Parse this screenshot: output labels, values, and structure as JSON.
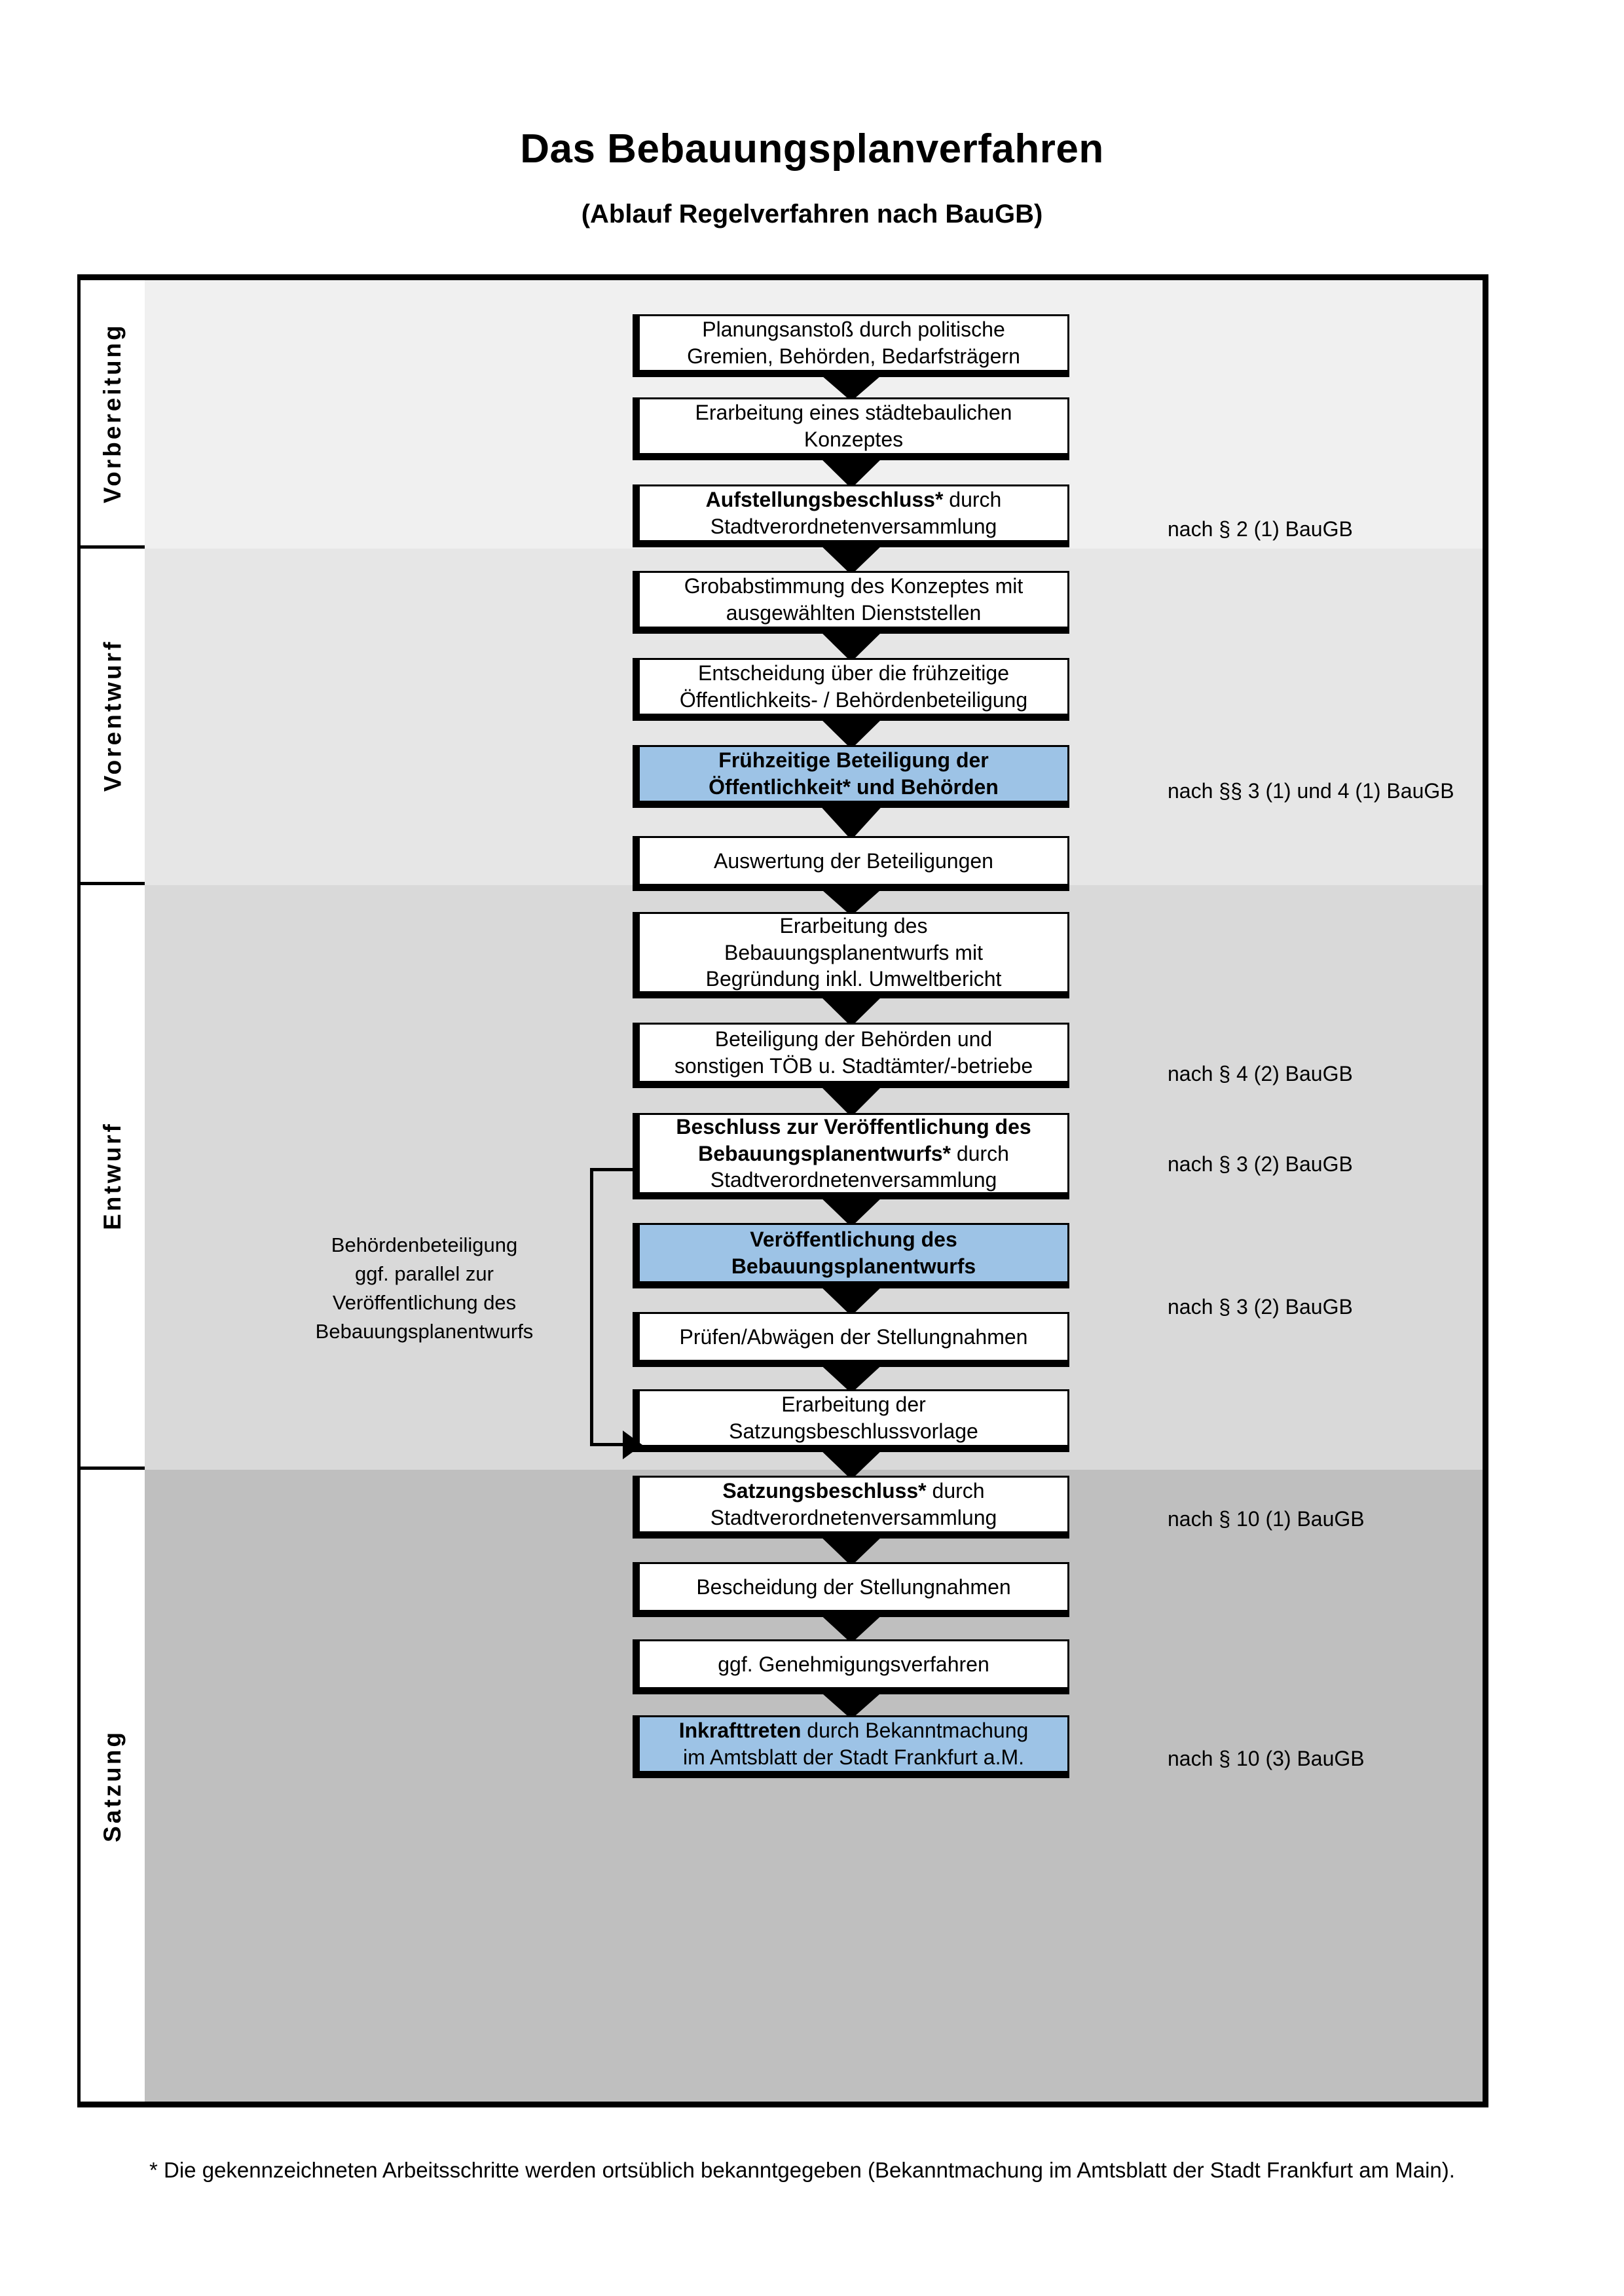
{
  "header": {
    "title": "Das Bebauungsplanverfahren",
    "subtitle": "(Ablauf Regelverfahren nach BauGB)"
  },
  "colors": {
    "highlight_blue": "#9dc3e6",
    "band_vorbereitung": "#f0f0f0",
    "band_vorentwurf": "#e6e6e6",
    "band_entwurf": "#d9d9d9",
    "band_satzung": "#bfbfbf",
    "stroke": "#000000"
  },
  "phases": [
    {
      "label": "Vorbereitung",
      "band_color": "#f0f0f0"
    },
    {
      "label": "Vorentwurf",
      "band_color": "#e6e6e6"
    },
    {
      "label": "Entwurf",
      "band_color": "#d9d9d9"
    },
    {
      "label": "Satzung",
      "band_color": "#bfbfbf"
    }
  ],
  "steps": [
    {
      "id": "planungsanstoss",
      "phase": "Vorbereitung",
      "highlight": false,
      "lines": [
        {
          "text": "Planungsanstoß durch politische",
          "bold": false
        },
        {
          "text": "Gremien, Behörden, Bedarfsträgern",
          "bold": false
        }
      ]
    },
    {
      "id": "staedtebau-konzept",
      "phase": "Vorbereitung",
      "highlight": false,
      "lines": [
        {
          "text": "Erarbeitung eines städtebaulichen",
          "bold": false
        },
        {
          "text": "Konzeptes",
          "bold": false
        }
      ]
    },
    {
      "id": "aufstellungsbeschluss",
      "phase": "Vorbereitung",
      "highlight": false,
      "lines": [
        {
          "text": "Aufstellungsbeschluss*",
          "bold": true,
          "suffix": " durch"
        },
        {
          "text": "Stadtverordnetenversammlung",
          "bold": false
        }
      ]
    },
    {
      "id": "grobabstimmung",
      "phase": "Vorentwurf",
      "highlight": false,
      "lines": [
        {
          "text": "Grobabstimmung des Konzeptes mit",
          "bold": false
        },
        {
          "text": "ausgewählten Dienststellen",
          "bold": false
        }
      ]
    },
    {
      "id": "entscheidung-fruehzeitig",
      "phase": "Vorentwurf",
      "highlight": false,
      "lines": [
        {
          "text": "Entscheidung über die frühzeitige",
          "bold": false
        },
        {
          "text": "Öffentlichkeits- / Behördenbeteiligung",
          "bold": false
        }
      ]
    },
    {
      "id": "fruehzeitige-beteiligung",
      "phase": "Vorentwurf",
      "highlight": true,
      "lines": [
        {
          "text": "Frühzeitige Beteiligung der",
          "bold": true
        },
        {
          "text": "Öffentlichkeit* und Behörden",
          "bold": true
        }
      ]
    },
    {
      "id": "auswertung-beteiligungen",
      "phase": "Entwurf",
      "highlight": false,
      "lines": [
        {
          "text": "Auswertung der Beteiligungen",
          "bold": false
        }
      ]
    },
    {
      "id": "erarbeitung-entwurf",
      "phase": "Entwurf",
      "highlight": false,
      "lines": [
        {
          "text": "Erarbeitung des",
          "bold": false
        },
        {
          "text": "Bebauungsplanentwurfs mit",
          "bold": false
        },
        {
          "text": "Begründung inkl. Umweltbericht",
          "bold": false
        }
      ]
    },
    {
      "id": "beteiligung-behoerden",
      "phase": "Entwurf",
      "highlight": false,
      "lines": [
        {
          "text": "Beteiligung der Behörden und",
          "bold": false
        },
        {
          "text": "sonstigen TÖB u. Stadtämter/-betriebe",
          "bold": false
        }
      ]
    },
    {
      "id": "beschluss-veroeffentlichung",
      "phase": "Entwurf",
      "highlight": false,
      "lines": [
        {
          "text": "Beschluss zur Veröffentlichung des",
          "bold": true
        },
        {
          "text": "Bebauungsplanentwurfs*",
          "bold": true,
          "suffix": " durch"
        },
        {
          "text": "Stadtverordnetenversammlung",
          "bold": false
        }
      ]
    },
    {
      "id": "veroeffentlichung-entwurf",
      "phase": "Entwurf",
      "highlight": true,
      "lines": [
        {
          "text": "Veröffentlichung des",
          "bold": true
        },
        {
          "text": "Bebauungsplanentwurfs",
          "bold": true
        }
      ]
    },
    {
      "id": "pruefen-abwaegen",
      "phase": "Satzung",
      "highlight": false,
      "lines": [
        {
          "text": "Prüfen/Abwägen der Stellungnahmen",
          "bold": false
        }
      ]
    },
    {
      "id": "erarbeitung-satzungsvorlage",
      "phase": "Satzung",
      "highlight": false,
      "lines": [
        {
          "text": "Erarbeitung der",
          "bold": false
        },
        {
          "text": "Satzungsbeschlussvorlage",
          "bold": false
        }
      ]
    },
    {
      "id": "satzungsbeschluss",
      "phase": "Satzung",
      "highlight": false,
      "lines": [
        {
          "text": "Satzungsbeschluss*",
          "bold": true,
          "suffix": " durch"
        },
        {
          "text": "Stadtverordnetenversammlung",
          "bold": false
        }
      ]
    },
    {
      "id": "bescheidung-stellungnahmen",
      "phase": "Satzung",
      "highlight": false,
      "lines": [
        {
          "text": "Bescheidung der Stellungnahmen",
          "bold": false
        }
      ]
    },
    {
      "id": "genehmigungsverfahren",
      "phase": "Satzung",
      "highlight": false,
      "lines": [
        {
          "text": "ggf. Genehmigungsverfahren",
          "bold": false
        }
      ]
    },
    {
      "id": "inkrafttreten",
      "phase": "Satzung",
      "highlight": true,
      "lines": [
        {
          "text": "Inkrafttreten",
          "bold": true,
          "suffix": " durch Bekanntmachung"
        },
        {
          "text": "im Amtsblatt der Stadt Frankfurt a.M.",
          "bold": false
        }
      ]
    }
  ],
  "law_notes": [
    {
      "id": "note-1",
      "text": "nach § 2 (1) BauGB",
      "for_step": "aufstellungsbeschluss"
    },
    {
      "id": "note-2",
      "text": "nach §§ 3 (1) und 4 (1) BauGB",
      "for_step": "fruehzeitige-beteiligung"
    },
    {
      "id": "note-3",
      "text": "nach § 4 (2) BauGB",
      "for_step": "beteiligung-behoerden"
    },
    {
      "id": "note-4",
      "text": "nach § 3 (2) BauGB",
      "for_step": "beschluss-veroeffentlichung"
    },
    {
      "id": "note-5",
      "text": "nach § 3 (2) BauGB",
      "for_step": "veroeffentlichung-entwurf"
    },
    {
      "id": "note-6",
      "text": "nach § 10 (1) BauGB",
      "for_step": "satzungsbeschluss"
    },
    {
      "id": "note-7",
      "text": "nach § 10 (3) BauGB",
      "for_step": "inkrafttreten"
    }
  ],
  "side_note": {
    "lines": [
      "Behördenbeteiligung",
      "ggf. parallel zur",
      "Veröffentlichung des",
      "Bebauungsplanentwurfs"
    ]
  },
  "footnote": {
    "text": "* Die gekennzeichneten Arbeitsschritte werden ortsüblich bekanntgegeben (Bekanntmachung im Amtsblatt  der Stadt Frankfurt am Main)."
  }
}
